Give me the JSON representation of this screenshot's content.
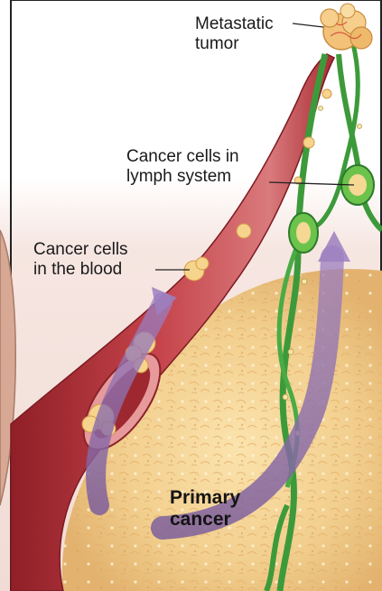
{
  "labels": {
    "metastatic_tumor": [
      "Metastatic",
      "tumor"
    ],
    "lymph_cells": [
      "Cancer cells in",
      "lymph system"
    ],
    "blood_cells": [
      "Cancer cells",
      "in the blood"
    ],
    "primary_cancer": [
      "Primary",
      "cancer"
    ]
  },
  "colors": {
    "background_top": "#ffffff",
    "background_bottom": "#f1dcd5",
    "blood_vessel": "#b8343a",
    "lymph_vessel": "#3d9a3a",
    "lymph_node": "#6cc34c",
    "tumor_tissue": "#f2d092",
    "cancer_cell": "#f6d48c",
    "arrow": "#8b6aa8"
  }
}
